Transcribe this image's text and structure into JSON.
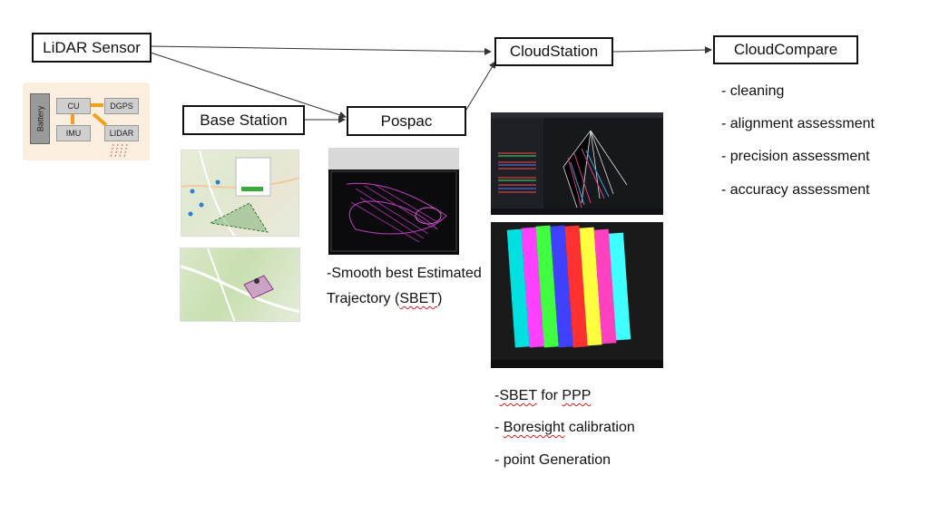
{
  "nodes": {
    "lidar_sensor": "LiDAR Sensor",
    "base_station": "Base Station",
    "pospac": "Pospac",
    "cloudstation": "CloudStation",
    "cloudcompare": "CloudCompare"
  },
  "hardware": {
    "battery": "Battery",
    "cu": "CU",
    "dgps": "DGPS",
    "imu": "IMU",
    "lidar": "LIDAR"
  },
  "pospac_notes": {
    "line1": "-Smooth best Estimated",
    "line2_prefix": "Trajectory (",
    "line2_abbr": "SBET",
    "line2_suffix": ")"
  },
  "cloudstation_notes": {
    "item1_prefix": "-",
    "item1_abbr": "SBET",
    "item1_mid": " for ",
    "item1_abbr2": "PPP",
    "item2_prefix": "- ",
    "item2_word": "Boresight",
    "item2_suffix": " calibration",
    "item3": "- point Generation"
  },
  "cloudcompare_notes": [
    "- cleaning",
    "- alignment assessment",
    "- precision assessment",
    "- accuracy assessment"
  ],
  "colors": {
    "border": "#111111",
    "arrow": "#333333",
    "hardware_bg": "#fbeedf",
    "hardware_arrow": "#f0a020",
    "spellcheck": "#d02020",
    "pospac_plot": "#c040c0"
  }
}
